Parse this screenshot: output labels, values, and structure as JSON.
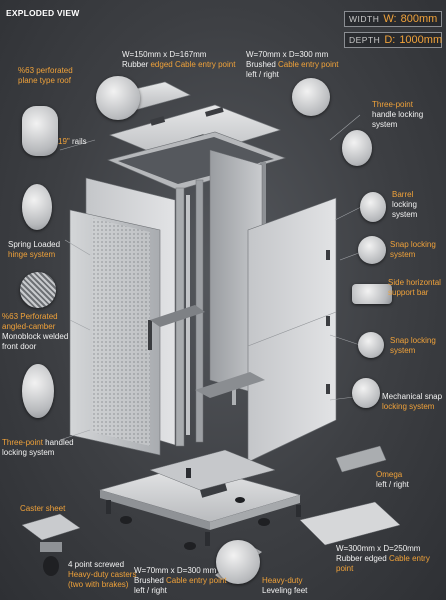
{
  "header": {
    "title": "EXPLODED VIEW"
  },
  "dimensions": {
    "width_key": "WIDTH",
    "width_val": "W:",
    "width_num": "800mm",
    "depth_key": "DEPTH",
    "depth_val": "D:",
    "depth_num": "1000mm"
  },
  "labels": {
    "roof_cable_l1": "W=150mm x D=167mm",
    "roof_cable_l2a": "Rubber ",
    "roof_cable_l2b": "edged Cable entry point",
    "brush_top_l1": "W=70mm x D=300 mm",
    "brush_top_l2a": "Brushed ",
    "brush_top_l2b": "Cable entry point",
    "brush_top_l3": "left / right",
    "roof_l1": "%63 perforated",
    "roof_l2": "plane type roof",
    "rails_a": "19\"",
    "rails_b": " rails",
    "three_point_top_l1": "Three-point",
    "three_point_top_l2": "handle locking",
    "three_point_top_l3": "system",
    "barrel_l1": "Barrel",
    "barrel_l2": "locking",
    "barrel_l3": "system",
    "spring_l1": "Spring Loaded",
    "spring_l2": "hinge system",
    "snap1_l1": "Snap locking",
    "snap1_l2": "system",
    "side_bar_l1": "Side horizontal",
    "side_bar_l2": "support bar",
    "front_door_l1": "%63 Perforated",
    "front_door_l2": "angled-camber",
    "front_door_l3": "Monoblock welded",
    "front_door_l4": "front door",
    "snap2_l1": "Snap locking",
    "snap2_l2": "system",
    "mech_l1": "Mechanical snap",
    "mech_l2": "locking system",
    "three_point_bot_l1": "Three-point",
    "three_point_bot_l1b": " handled",
    "three_point_bot_l2": "locking system",
    "omega_l1": "Omega",
    "omega_l2": "left / right",
    "caster_sheet": "Caster sheet",
    "casters_l1": "4 point screwed",
    "casters_l2": "Heavy-duty casters",
    "casters_l3": "(two with brakes)",
    "brush_bot_l1": "W=70mm x D=300 mm",
    "brush_bot_l2a": "Brushed ",
    "brush_bot_l2b": "Cable entry point",
    "brush_bot_l3": "left / right",
    "leveling_l1": "Heavy-duty",
    "leveling_l2": "Leveling feet",
    "rubber_bot_l1": "W=300mm x D=250mm",
    "rubber_bot_l2a": "Rubber edged ",
    "rubber_bot_l2b": "Cable entry",
    "rubber_bot_l3": "point"
  }
}
